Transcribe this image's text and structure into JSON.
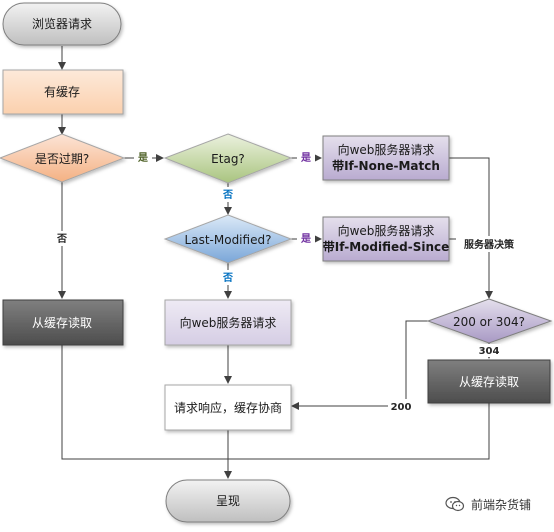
{
  "nodes": {
    "start": "浏览器请求",
    "has_cache": "有缓存",
    "expired": "是否过期?",
    "etag": "Etag?",
    "req_inm_1": "向web服务器请求",
    "req_inm_2": "带If-None-Match",
    "last_modified": "Last-Modified?",
    "req_ims_1": "向web服务器请求",
    "req_ims_2": "带If-Modified-Since",
    "read_cache_left": "从缓存读取",
    "request_server": "向web服务器请求",
    "status_check": "200 or 304?",
    "negotiate": "请求响应，缓存协商",
    "read_cache_right": "从缓存读取",
    "present": "呈现"
  },
  "edges": {
    "yes_expired": "是",
    "yes_etag": "是",
    "no_etag": "否",
    "yes_lastmod": "是",
    "no_lastmod": "否",
    "no_expired": "否",
    "server_decides": "服务器决策",
    "code_304": "304",
    "code_200": "200"
  },
  "watermark": {
    "text": "前端杂货铺"
  },
  "colors": {
    "terminal": "#d9d9d9",
    "cache": "#fcd5b5",
    "expired_diamond": "#f8c9a0",
    "diamond_green": "#c3d69b",
    "diamond_blue": "#8db3e2",
    "request_box": "#ccc0da",
    "dark_box": "#595959",
    "light_box": "#ffffff",
    "edge": "#404040",
    "yes_label": "#7030a0",
    "yes_label_green": "#4f6228",
    "no_label_blue": "#0070c0"
  }
}
